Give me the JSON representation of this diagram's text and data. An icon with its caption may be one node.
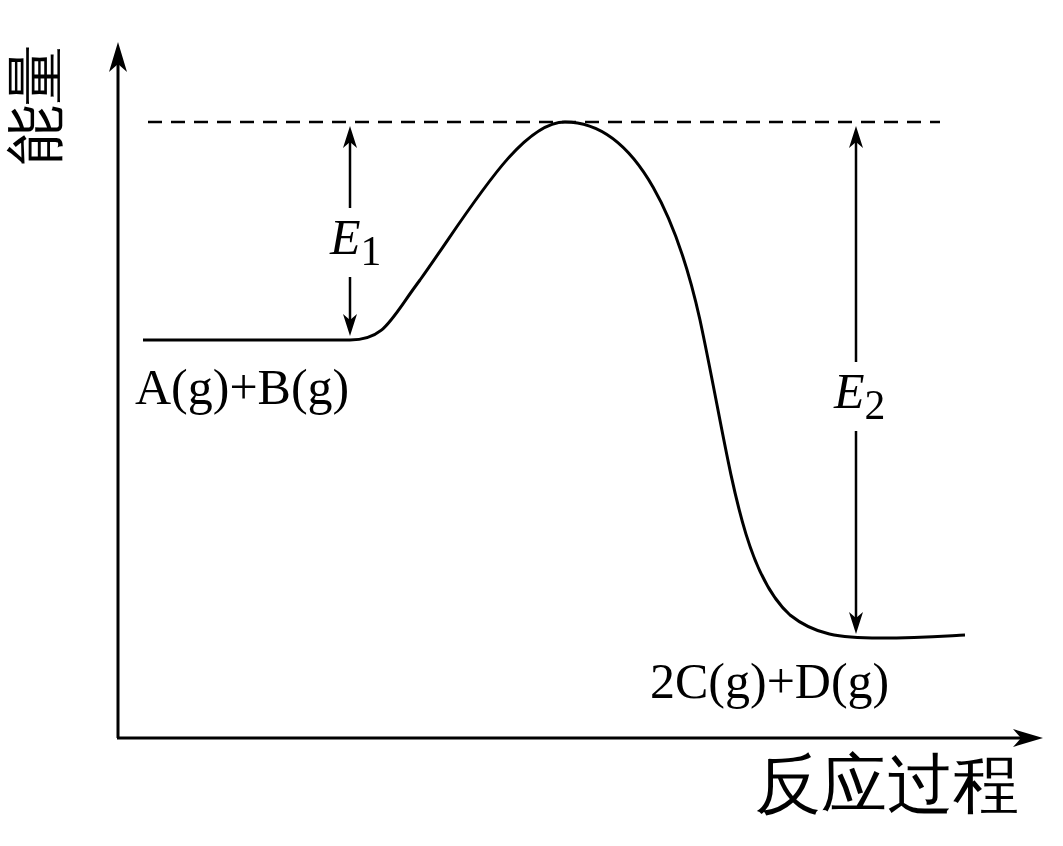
{
  "diagram": {
    "labels": [
      "能量",
      "*E*$_{1}$",
      "A(g)+B(g)",
      "*E*$_{2}$",
      "2C(g)+D(g)",
      "反应过程"
    ]
  }
}
